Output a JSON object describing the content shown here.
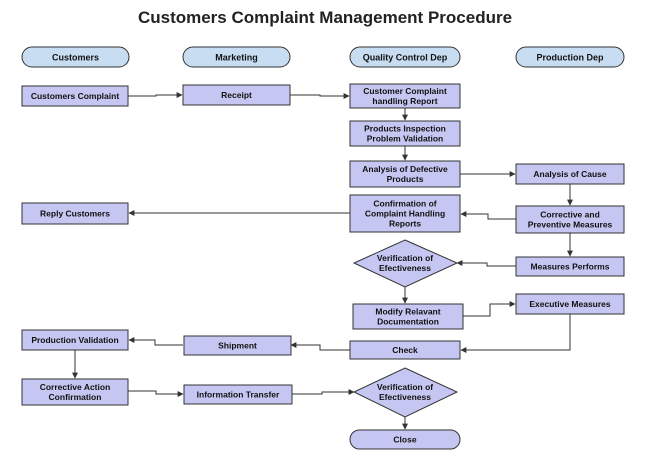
{
  "title": "Customers Complaint Management Procedure",
  "lanes": {
    "customers": "Customers",
    "marketing": "Marketing",
    "quality": "Quality Control Dep",
    "production": "Production Dep"
  },
  "nodes": {
    "customers_complaint": [
      "Customers Complaint"
    ],
    "receipt": [
      "Receipt"
    ],
    "handling_report": [
      "Customer Complaint",
      "handling Report"
    ],
    "inspection": [
      "Products Inspection",
      "Problem Validation"
    ],
    "analysis_defective": [
      "Analysis of Defective",
      "Products"
    ],
    "analysis_cause": [
      "Analysis of Cause"
    ],
    "reply_customers": [
      "Reply Customers"
    ],
    "confirmation": [
      "Confirmation of",
      "Complaint Handling",
      "Reports"
    ],
    "corrective_preventive": [
      "Corrective and",
      "Preventive Measures"
    ],
    "verification_1": [
      "Verification of",
      "Efectiveness"
    ],
    "measures_performs": [
      "Measures Performs"
    ],
    "modify_doc": [
      "Modify Relavant",
      "Documentation"
    ],
    "executive_measures": [
      "Executive Measures"
    ],
    "production_validation": [
      "Production Validation"
    ],
    "shipment": [
      "Shipment"
    ],
    "check": [
      "Check"
    ],
    "corrective_action": [
      "Corrective Action",
      "Confirmation"
    ],
    "information_transfer": [
      "Information Transfer"
    ],
    "verification_2": [
      "Verification of",
      "Efectiveness"
    ],
    "close": [
      "Close"
    ]
  },
  "colors": {
    "box_fill": "#c6c6f2",
    "lane_fill": "#c9ddf2",
    "stroke": "#333333"
  }
}
